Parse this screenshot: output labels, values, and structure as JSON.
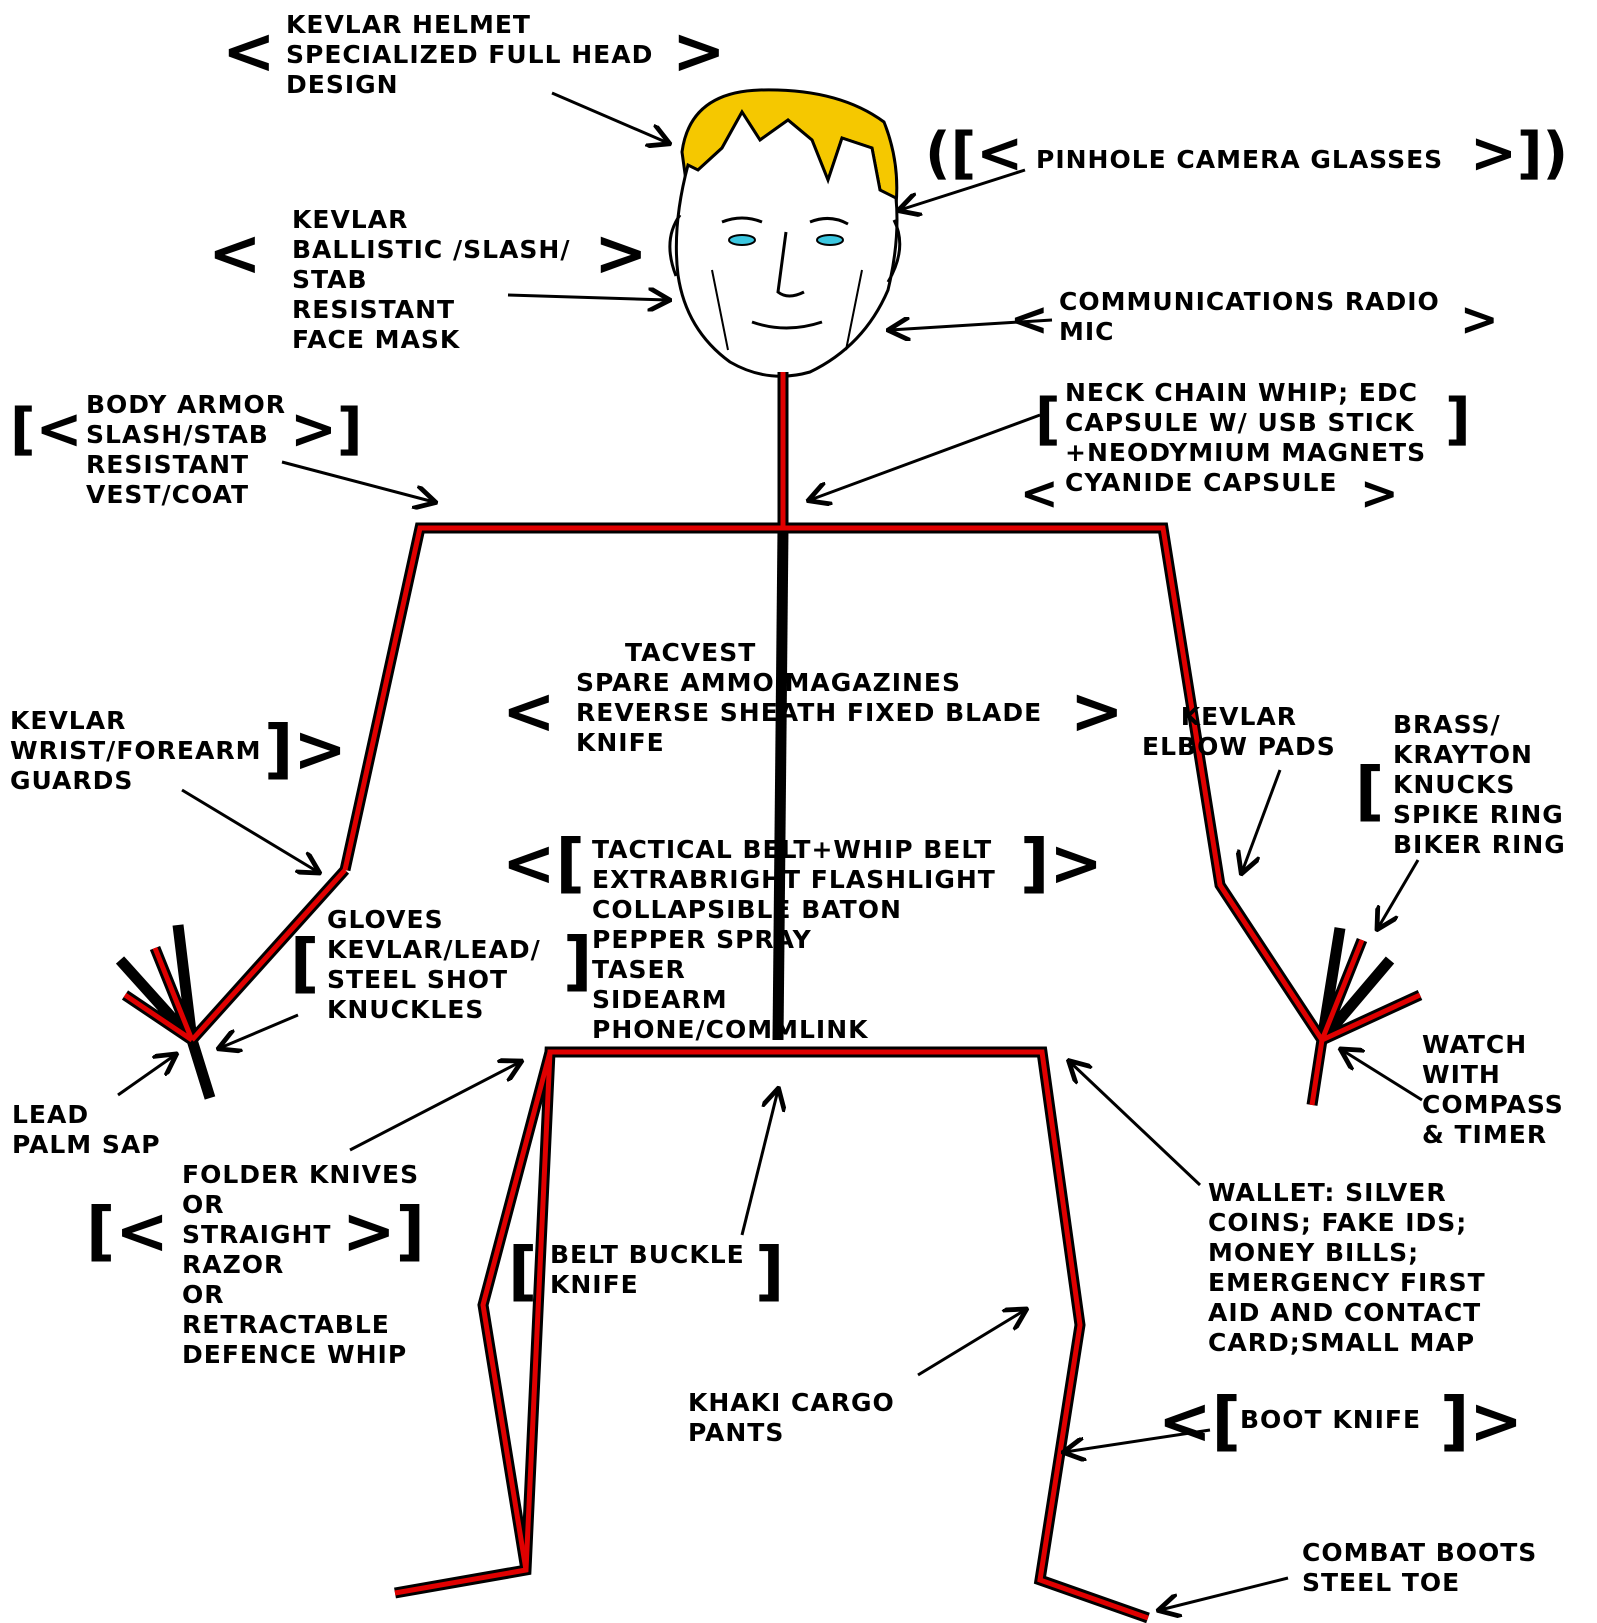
{
  "labels": {
    "helmet": "KEVLAR HELMET\nSPECIALIZED FULL HEAD\nDESIGN",
    "glasses": "PINHOLE CAMERA GLASSES",
    "face_mask": "KEVLAR\nBALLISTIC /SLASH/\nSTAB\nRESISTANT\nFACE MASK",
    "radio": "COMMUNICATIONS RADIO\nMIC",
    "body_armor": "BODY ARMOR\nSLASH/STAB\nRESISTANT\nVEST/COAT",
    "neck_chain": "NECK CHAIN WHIP; EDC\nCAPSULE W/ USB STICK\n+NEODYMIUM MAGNETS",
    "cyanide": "CYANIDE CAPSULE",
    "tacvest_title": "TACVEST",
    "tacvest": "SPARE AMMO MAGAZINES\nREVERSE SHEATH FIXED BLADE\nKNIFE",
    "wrist_guards": "KEVLAR\nWRIST/FOREARM\nGUARDS",
    "elbow_pads": "KEVLAR\nELBOW PADS",
    "brass_knucks": "BRASS/\nKRAYTON\nKNUCKS\nSPIKE RING\nBIKER RING",
    "belt_top": "TACTICAL BELT+WHIP BELT\nEXTRABRIGHT FLASHLIGHT",
    "belt_items": "COLLAPSIBLE BATON\nPEPPER SPRAY\nTASER\nSIDEARM\nPHONE/COMMLINK",
    "gloves": "GLOVES\nKEVLAR/LEAD/\nSTEEL SHOT\nKNUCKLES",
    "watch": "WATCH\nWITH\nCOMPASS\n& TIMER",
    "palm_sap": "LEAD\nPALM SAP",
    "knives": "FOLDER KNIVES\nOR\nSTRAIGHT\nRAZOR\nOR\nRETRACTABLE\nDEFENCE WHIP",
    "buckle_knife": "BELT BUCKLE\nKNIFE",
    "wallet": "WALLET: SILVER\nCOINS; FAKE IDS;\nMONEY BILLS;\nEMERGENCY FIRST\nAID AND CONTACT\nCARD;SMALL MAP",
    "cargo_pants": "KHAKI CARGO\nPANTS",
    "boot_knife": "BOOT KNIFE",
    "boots": "COMBAT BOOTS\nSTEEL TOE"
  },
  "colors": {
    "limb_red": "#e00000",
    "outline": "#000000",
    "hair": "#f5c800",
    "eyes": "#3cc7e0"
  }
}
